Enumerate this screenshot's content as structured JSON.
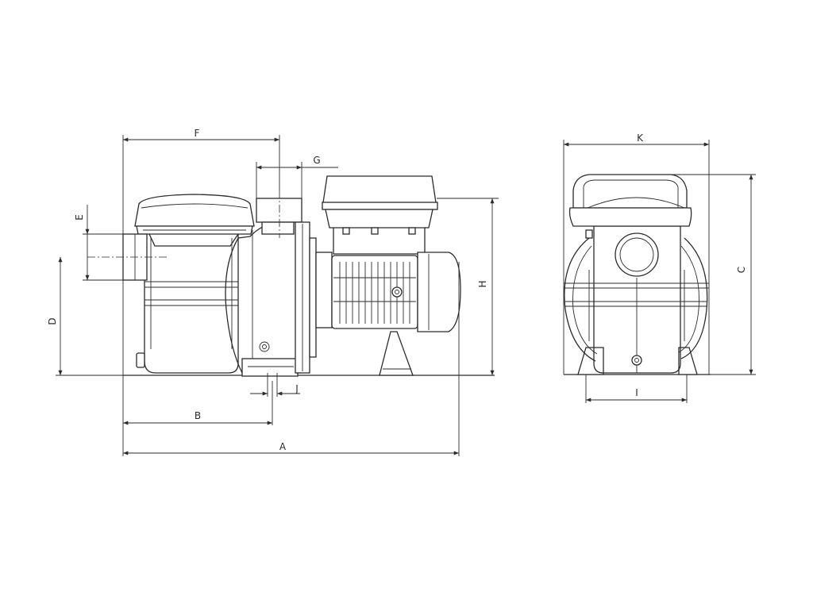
{
  "labels": {
    "A": "A",
    "B": "B",
    "C": "C",
    "D": "D",
    "E": "E",
    "F": "F",
    "G": "G",
    "H": "H",
    "I": "I",
    "J": "J",
    "K": "K"
  },
  "colors": {
    "line": "#2b2b2b",
    "background": "#ffffff"
  }
}
